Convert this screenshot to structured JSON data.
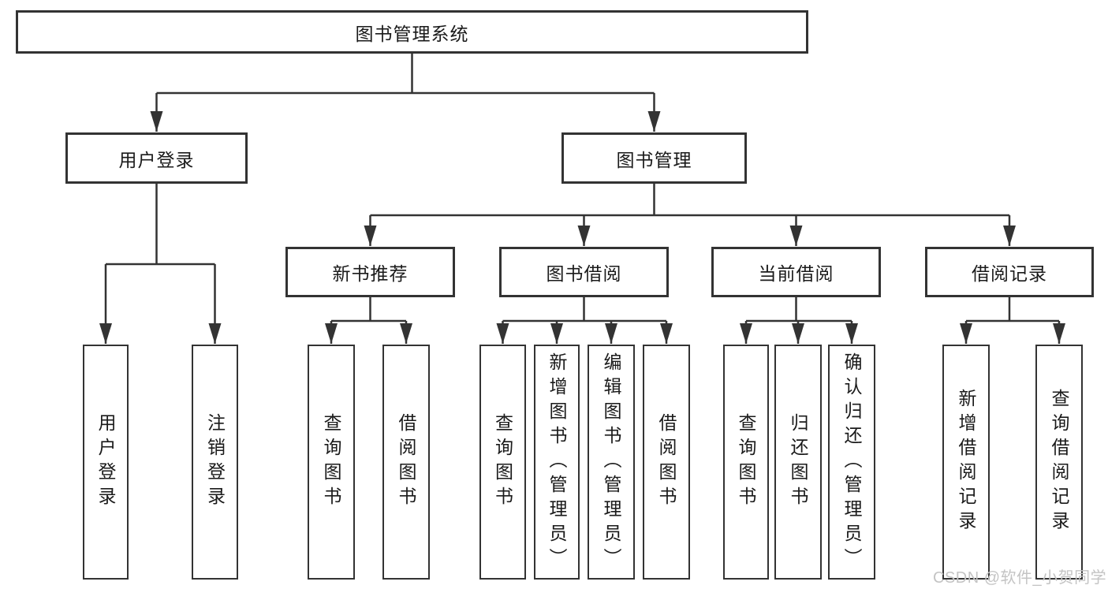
{
  "diagram": {
    "root": {
      "label": "图书管理系统"
    },
    "level2": [
      {
        "label": "用户登录"
      },
      {
        "label": "图书管理"
      }
    ],
    "level3": [
      {
        "label": "新书推荐"
      },
      {
        "label": "图书借阅"
      },
      {
        "label": "当前借阅"
      },
      {
        "label": "借阅记录"
      }
    ],
    "leaves": {
      "user_login": [
        {
          "label": "用户登录"
        },
        {
          "label": "注销登录"
        }
      ],
      "new_book": [
        {
          "label": "查询图书"
        },
        {
          "label": "借阅图书"
        }
      ],
      "book_borrow": [
        {
          "label": "查询图书"
        },
        {
          "label": "新增图书（管理员）"
        },
        {
          "label": "编辑图书（管理员）"
        },
        {
          "label": "借阅图书"
        }
      ],
      "current_borrow": [
        {
          "label": "查询图书"
        },
        {
          "label": "归还图书"
        },
        {
          "label": "确认归还（管理员）"
        }
      ],
      "borrow_record": [
        {
          "label": "新增借阅记录"
        },
        {
          "label": "查询借阅记录"
        }
      ]
    },
    "watermark": "CSDN @软件_小贺同学",
    "colors": {
      "line": "#333333",
      "text": "#1a1a1a",
      "watermark": "#c4c4c4",
      "background": "#ffffff"
    }
  }
}
